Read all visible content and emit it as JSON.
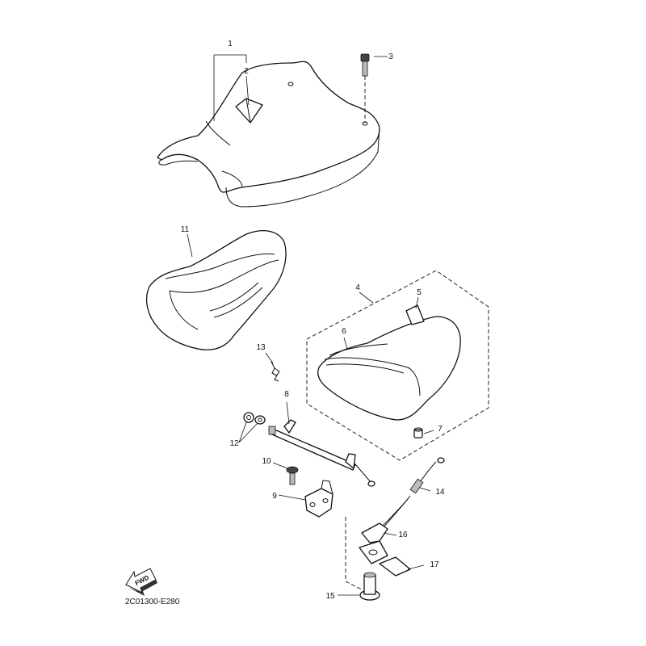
{
  "callouts": [
    "1",
    "2",
    "3",
    "4",
    "5",
    "6",
    "7",
    "8",
    "9",
    "10",
    "11",
    "12",
    "13",
    "14",
    "15",
    "16",
    "17"
  ],
  "fwd_label": "FWD",
  "diagram_code": "2C01300-E280"
}
